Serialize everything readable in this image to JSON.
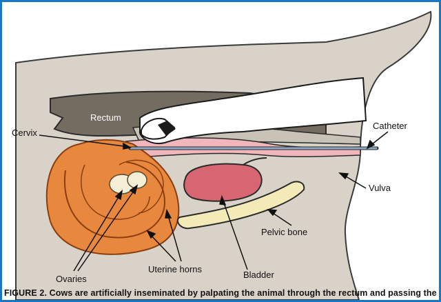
{
  "labels": {
    "rectum": "Rectum",
    "cervix": "Cervix",
    "catheter": "Catheter",
    "vulva": "Vulva",
    "pelvic_bone": "Pelvic bone",
    "bladder": "Bladder",
    "uterine_horns": "Uterine horns",
    "ovaries": "Ovaries"
  },
  "caption": "FIGURE 2. Cows are artificially inseminated by palpating the animal through the rectum and passing the",
  "colors": {
    "frame": "#1a78c2",
    "body": "#d8d2c8",
    "rectum": "#746c60",
    "uterus": "#e8873e",
    "bladder": "#d86672",
    "pelvic_bone": "#f3eab8",
    "catheter": "#8ea8c2"
  }
}
